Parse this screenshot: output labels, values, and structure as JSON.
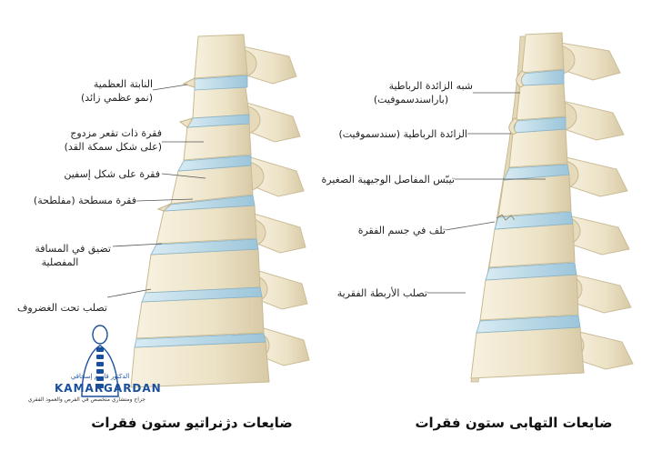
{
  "colors": {
    "bone": "#efe6cf",
    "bone_shadow": "#d9ccaa",
    "disc": "#a9cde0",
    "disc_light": "#cfe4ee",
    "brand_blue": "#1a4f9c",
    "line": "#555555"
  },
  "left_panel": {
    "caption": "ضايعات دژنراتيو ستون فقرات",
    "labels": {
      "osteophyte": [
        "النابتة العظمية",
        "(نمو عظمي زائد)"
      ],
      "codfish": [
        "فقرة ذات تقعر مزدوج",
        "(على شكل سمكة القد)"
      ],
      "wedge": "فقرة على شكل إسفين",
      "flat": "فقرة مسطحة (مفلطحة)",
      "facet_narrowing": [
        "تضيق في المسافة",
        "المفصلية"
      ],
      "subchondral": "تصلب تحت الغضروف"
    }
  },
  "right_panel": {
    "caption": "ضايعات التهابى ستون فقرات",
    "labels": {
      "syndesmophyte_like": [
        "شبه الزائدة الرباطية",
        "(باراسندسموفيت)"
      ],
      "syndesmophyte": "الزائدة الرباطية (سندسموفيت)",
      "facet_ankylosis": "تيبّس المفاصل الوجيهية الصغيرة",
      "body_damage": "تلف في جسم الفقرة",
      "ligament_ossification": "تصلب الأربطة الفقرية"
    }
  },
  "brand": {
    "doctor_name": "الدكتور قاسم إسحاقي",
    "name": "KAMARGARDAN",
    "tagline": "جراح ومتشاري متخصص في الفرص والعمود الفقري",
    "logo": "spine-figure-logo"
  }
}
